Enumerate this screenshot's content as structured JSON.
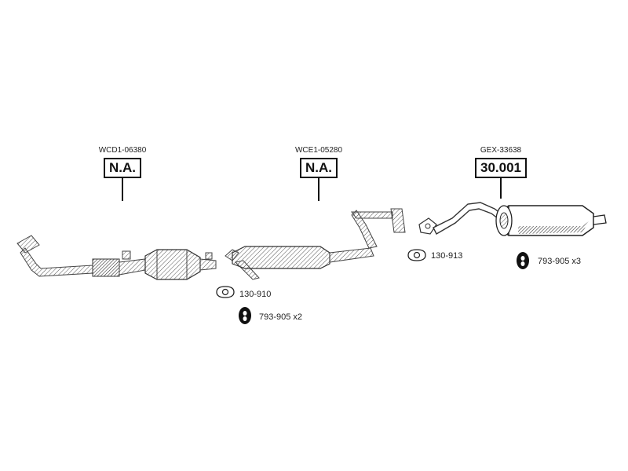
{
  "sections": [
    {
      "id": "front",
      "part_code": "WCD1-06380",
      "ref": "N.A."
    },
    {
      "id": "middle",
      "part_code": "WCE1-05280",
      "ref": "N.A."
    },
    {
      "id": "rear",
      "part_code": "GEX-33638",
      "ref": "30.001"
    }
  ],
  "accessories": [
    {
      "id": "gasket-front",
      "icon": "gasket-icon",
      "label": "130-910"
    },
    {
      "id": "hanger-front",
      "icon": "rubber-hanger-icon",
      "label": "793-905 x2"
    },
    {
      "id": "gasket-rear",
      "icon": "gasket-icon",
      "label": "130-913"
    },
    {
      "id": "hanger-rear",
      "icon": "rubber-hanger-icon",
      "label": "793-905 x3"
    }
  ]
}
